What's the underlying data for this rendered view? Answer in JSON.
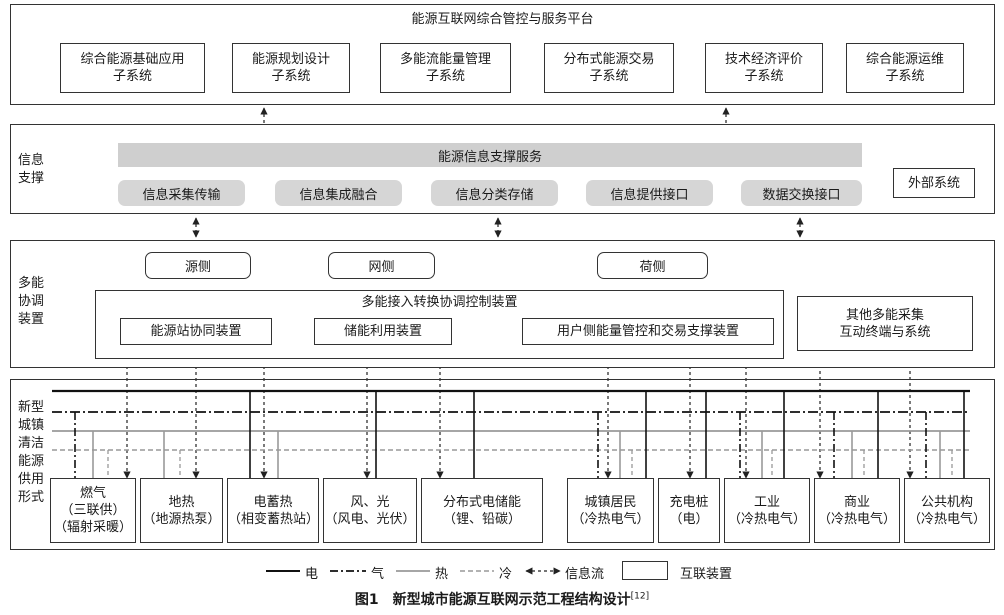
{
  "top": {
    "title": "能源互联网综合管控与服务平台",
    "subsystems": [
      [
        "综合能源基础应用",
        "子系统"
      ],
      [
        "能源规划设计",
        "子系统"
      ],
      [
        "多能流能量管理",
        "子系统"
      ],
      [
        "分布式能源交易",
        "子系统"
      ],
      [
        "技术经济评价",
        "子系统"
      ],
      [
        "综合能源运维",
        "子系统"
      ]
    ]
  },
  "info": {
    "label": "信息支撑",
    "bar": "能源信息支撑服务",
    "items": [
      "信息采集传输",
      "信息集成融合",
      "信息分类存储",
      "信息提供接口",
      "数据交换接口"
    ],
    "external": "外部系统"
  },
  "coord": {
    "label": "多能协调装置",
    "sides": [
      "源侧",
      "网侧",
      "荷侧"
    ],
    "big": "多能接入转换协调控制装置",
    "devices": [
      "能源站协同装置",
      "储能利用装置",
      "用户侧能量管控和交易支撑装置"
    ],
    "other": [
      "其他多能采集",
      "互动终端与系统"
    ]
  },
  "bottom": {
    "label": "新型城镇清洁能源供用形式",
    "forms": [
      [
        "燃气",
        "（三联供）",
        "（辐射采暖）"
      ],
      [
        "地热",
        "（地源热泵）"
      ],
      [
        "电蓄热",
        "（相变蓄热站）"
      ],
      [
        "风、光",
        "（风电、光伏）"
      ],
      [
        "分布式电储能",
        "（锂、铅碳）"
      ],
      [
        "城镇居民",
        "（冷热电气）"
      ],
      [
        "充电桩",
        "（电）"
      ],
      [
        "工业",
        "（冷热电气）"
      ],
      [
        "商业",
        "（冷热电气）"
      ],
      [
        "公共机构",
        "（冷热电气）"
      ]
    ]
  },
  "legend": {
    "elec": "电",
    "gas": "气",
    "heat": "热",
    "cold": "冷",
    "info": "信息流",
    "device": "互联装置"
  },
  "caption": {
    "text": "图1　新型城市能源互联网示范工程结构设计",
    "ref": "[12]"
  }
}
